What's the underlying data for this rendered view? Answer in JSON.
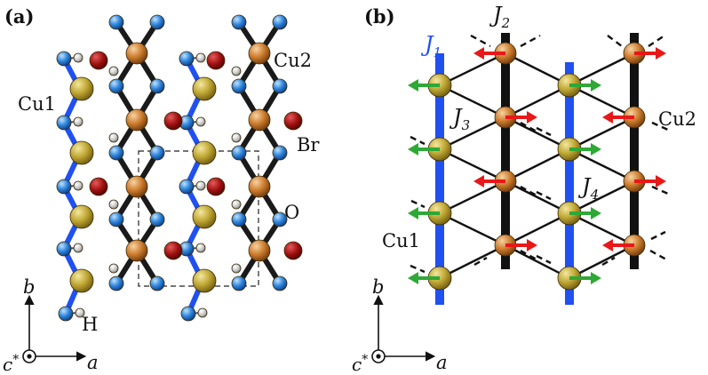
{
  "panels": {
    "a": {
      "label": "(a)"
    },
    "b": {
      "label": "(b)"
    }
  },
  "atom_labels": {
    "cu1": "Cu1",
    "cu2": "Cu2",
    "br": "Br",
    "o": "O",
    "h": "H"
  },
  "couplings": {
    "j1": {
      "sym": "J",
      "sub": "1"
    },
    "j2": {
      "sym": "J",
      "sub": "2"
    },
    "j3": {
      "sym": "J",
      "sub": "3"
    },
    "j4": {
      "sym": "J",
      "sub": "4"
    }
  },
  "axes": {
    "b": "b",
    "a": "a",
    "c": "c",
    "c_sup": "*"
  },
  "colors": {
    "cu1": "#b8a12a",
    "cu2": "#c8772a",
    "br": "#a81010",
    "o": "#2a7fd6",
    "h": "#c8c8c8",
    "chain_blue": "#2050f0",
    "spin_red": "#e81818",
    "spin_green": "#2ea836",
    "bond": "#1a1a1a"
  }
}
